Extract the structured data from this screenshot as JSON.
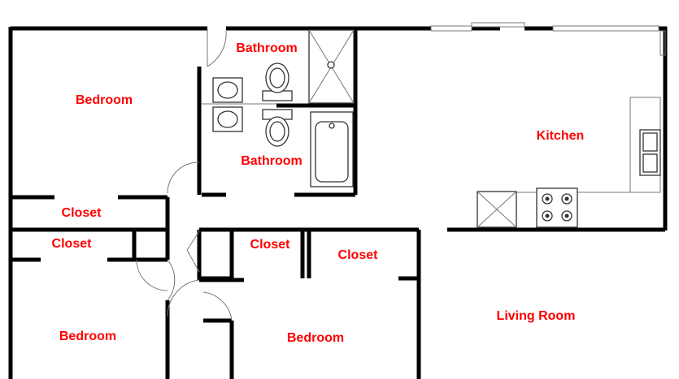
{
  "colors": {
    "label": "#ff0000",
    "wall": "#000000",
    "background": "#ffffff"
  },
  "rooms": {
    "bedroom_top_left": "Bedroom",
    "bathroom_top": "Bathroom",
    "bathroom_lower": "Bathroom",
    "kitchen": "Kitchen",
    "closet_left_upper": "Closet",
    "closet_left_lower": "Closet",
    "closet_center": "Closet",
    "closet_right": "Closet",
    "bedroom_bottom_left": "Bedroom",
    "bedroom_bottom_center": "Bedroom",
    "living_room": "Living Room"
  },
  "fixtures": [
    "toilet-icon",
    "toilet-icon",
    "sink-icon",
    "sink-icon",
    "shower-icon",
    "bathtub-icon",
    "kitchen-sink-icon",
    "stove-icon",
    "refrigerator-icon",
    "door-icon"
  ]
}
